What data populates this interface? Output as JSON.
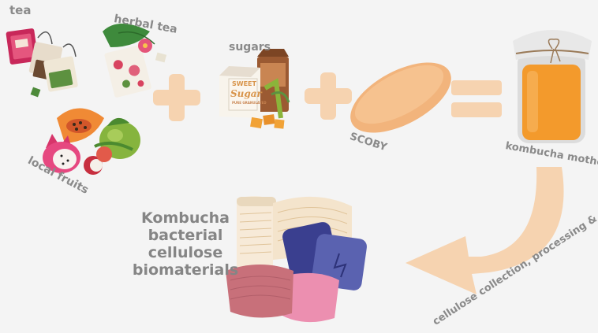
{
  "labels": {
    "tea": "tea",
    "herbal_tea": "herbal tea",
    "local_fruits": "local fruits",
    "sugars": "sugars",
    "scoby": "SCOBY",
    "kombucha_mother": "kombucha mother",
    "process": "cellulose collection, processing & drying"
  },
  "sugar_pack": {
    "line1": "SWEET",
    "line2": "Sugar",
    "line3": "PURE GRANULATED"
  },
  "title": {
    "line1": "Kombucha",
    "line2": "bacterial",
    "line3": "cellulose",
    "line4": "biomaterials"
  },
  "colors": {
    "background": "#f4f4f4",
    "symbol": "#f6d3b0",
    "text": "#8a8a8a",
    "scoby": "#f2b47c",
    "kombucha": "#f39a2c"
  }
}
